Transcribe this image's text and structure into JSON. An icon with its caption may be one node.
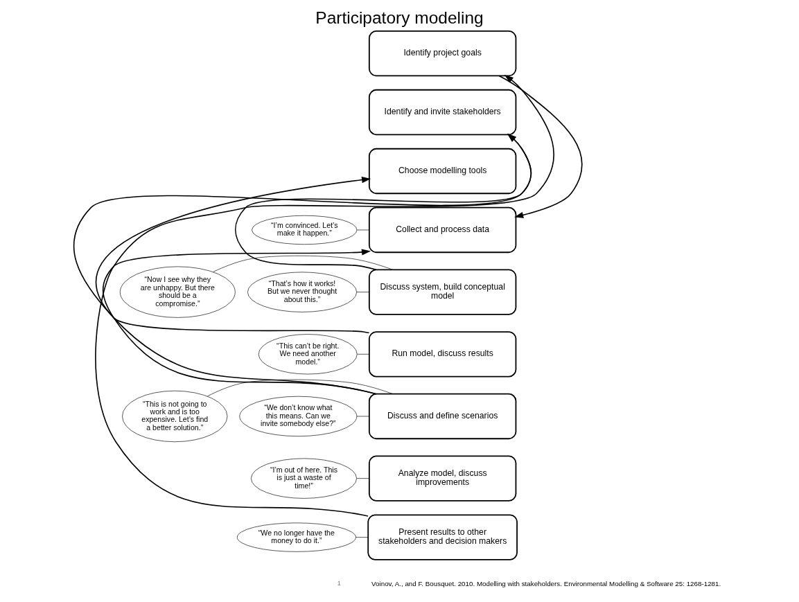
{
  "diagram": {
    "title": "Participatory modeling",
    "caption": "Voinov, A., and F. Bousquet. 2010. Modelling with stakeholders. Environmental Modelling & Software 25: 1268-1281.",
    "nodes": [
      {
        "text": [
          "Identify project goals"
        ]
      },
      {
        "text": [
          "Identify and invite stakeholders"
        ]
      },
      {
        "text": [
          "Choose modelling tools"
        ]
      },
      {
        "text": [
          "Collect and process data"
        ]
      },
      {
        "text": [
          "Discuss system, build conceptual model"
        ]
      },
      {
        "text": [
          "Run model, discuss results"
        ]
      },
      {
        "text": [
          "Discuss and define scenarios"
        ]
      },
      {
        "text": [
          "Analyze model, discuss improvements"
        ]
      },
      {
        "text": [
          "Present results to other stakeholders and decision makers"
        ]
      },
      {
        "text": [
          "“I’m convinced. Let’s make it happen.”"
        ]
      },
      {
        "text": [
          "“Now I see why they are unhappy. But there should be a compromise.”"
        ]
      },
      {
        "text": [
          "“This is not going to work and is too expensive. Let’s find a better solution.”"
        ]
      },
      {
        "text": [
          "“This can’t be right. We need another model.”"
        ]
      },
      {
        "text": [
          "“That’s how it works! But we never thought about this.”"
        ]
      },
      {
        "text": [
          "“I’m out of here. This is just a waste of time!”"
        ]
      },
      {
        "text": [
          "“We don’t know what this means. Can we invite somebody else?”"
        ]
      },
      {
        "text": [
          "“We no longer have the money to do it.”"
        ]
      }
    ],
    "edges": [
      {
        "from": 8,
        "to": 0,
        "arrow": "to"
      },
      {
        "from": 4,
        "to": 1,
        "arrow": "to"
      },
      {
        "from": 6,
        "to": 3,
        "arrow": "to"
      },
      {
        "from": 0,
        "to": 3,
        "arrow": "to"
      },
      {
        "from": 5,
        "to": 2,
        "arrow": "to"
      },
      {
        "from": 6,
        "to": 1,
        "arrow": "to"
      },
      {
        "from": 9,
        "to": 3,
        "arrow": "none"
      },
      {
        "from": 10,
        "to": 4,
        "arrow": "none"
      },
      {
        "from": 11,
        "to": 6,
        "arrow": "none"
      },
      {
        "from": 12,
        "to": 5,
        "arrow": "none"
      },
      {
        "from": 13,
        "to": 4,
        "arrow": "none"
      },
      {
        "from": 14,
        "to": 7,
        "arrow": "none"
      },
      {
        "from": 15,
        "to": 6,
        "arrow": "none"
      },
      {
        "from": 16,
        "to": 8,
        "arrow": "none"
      }
    ],
    "labels": [
      "1"
    ]
  }
}
